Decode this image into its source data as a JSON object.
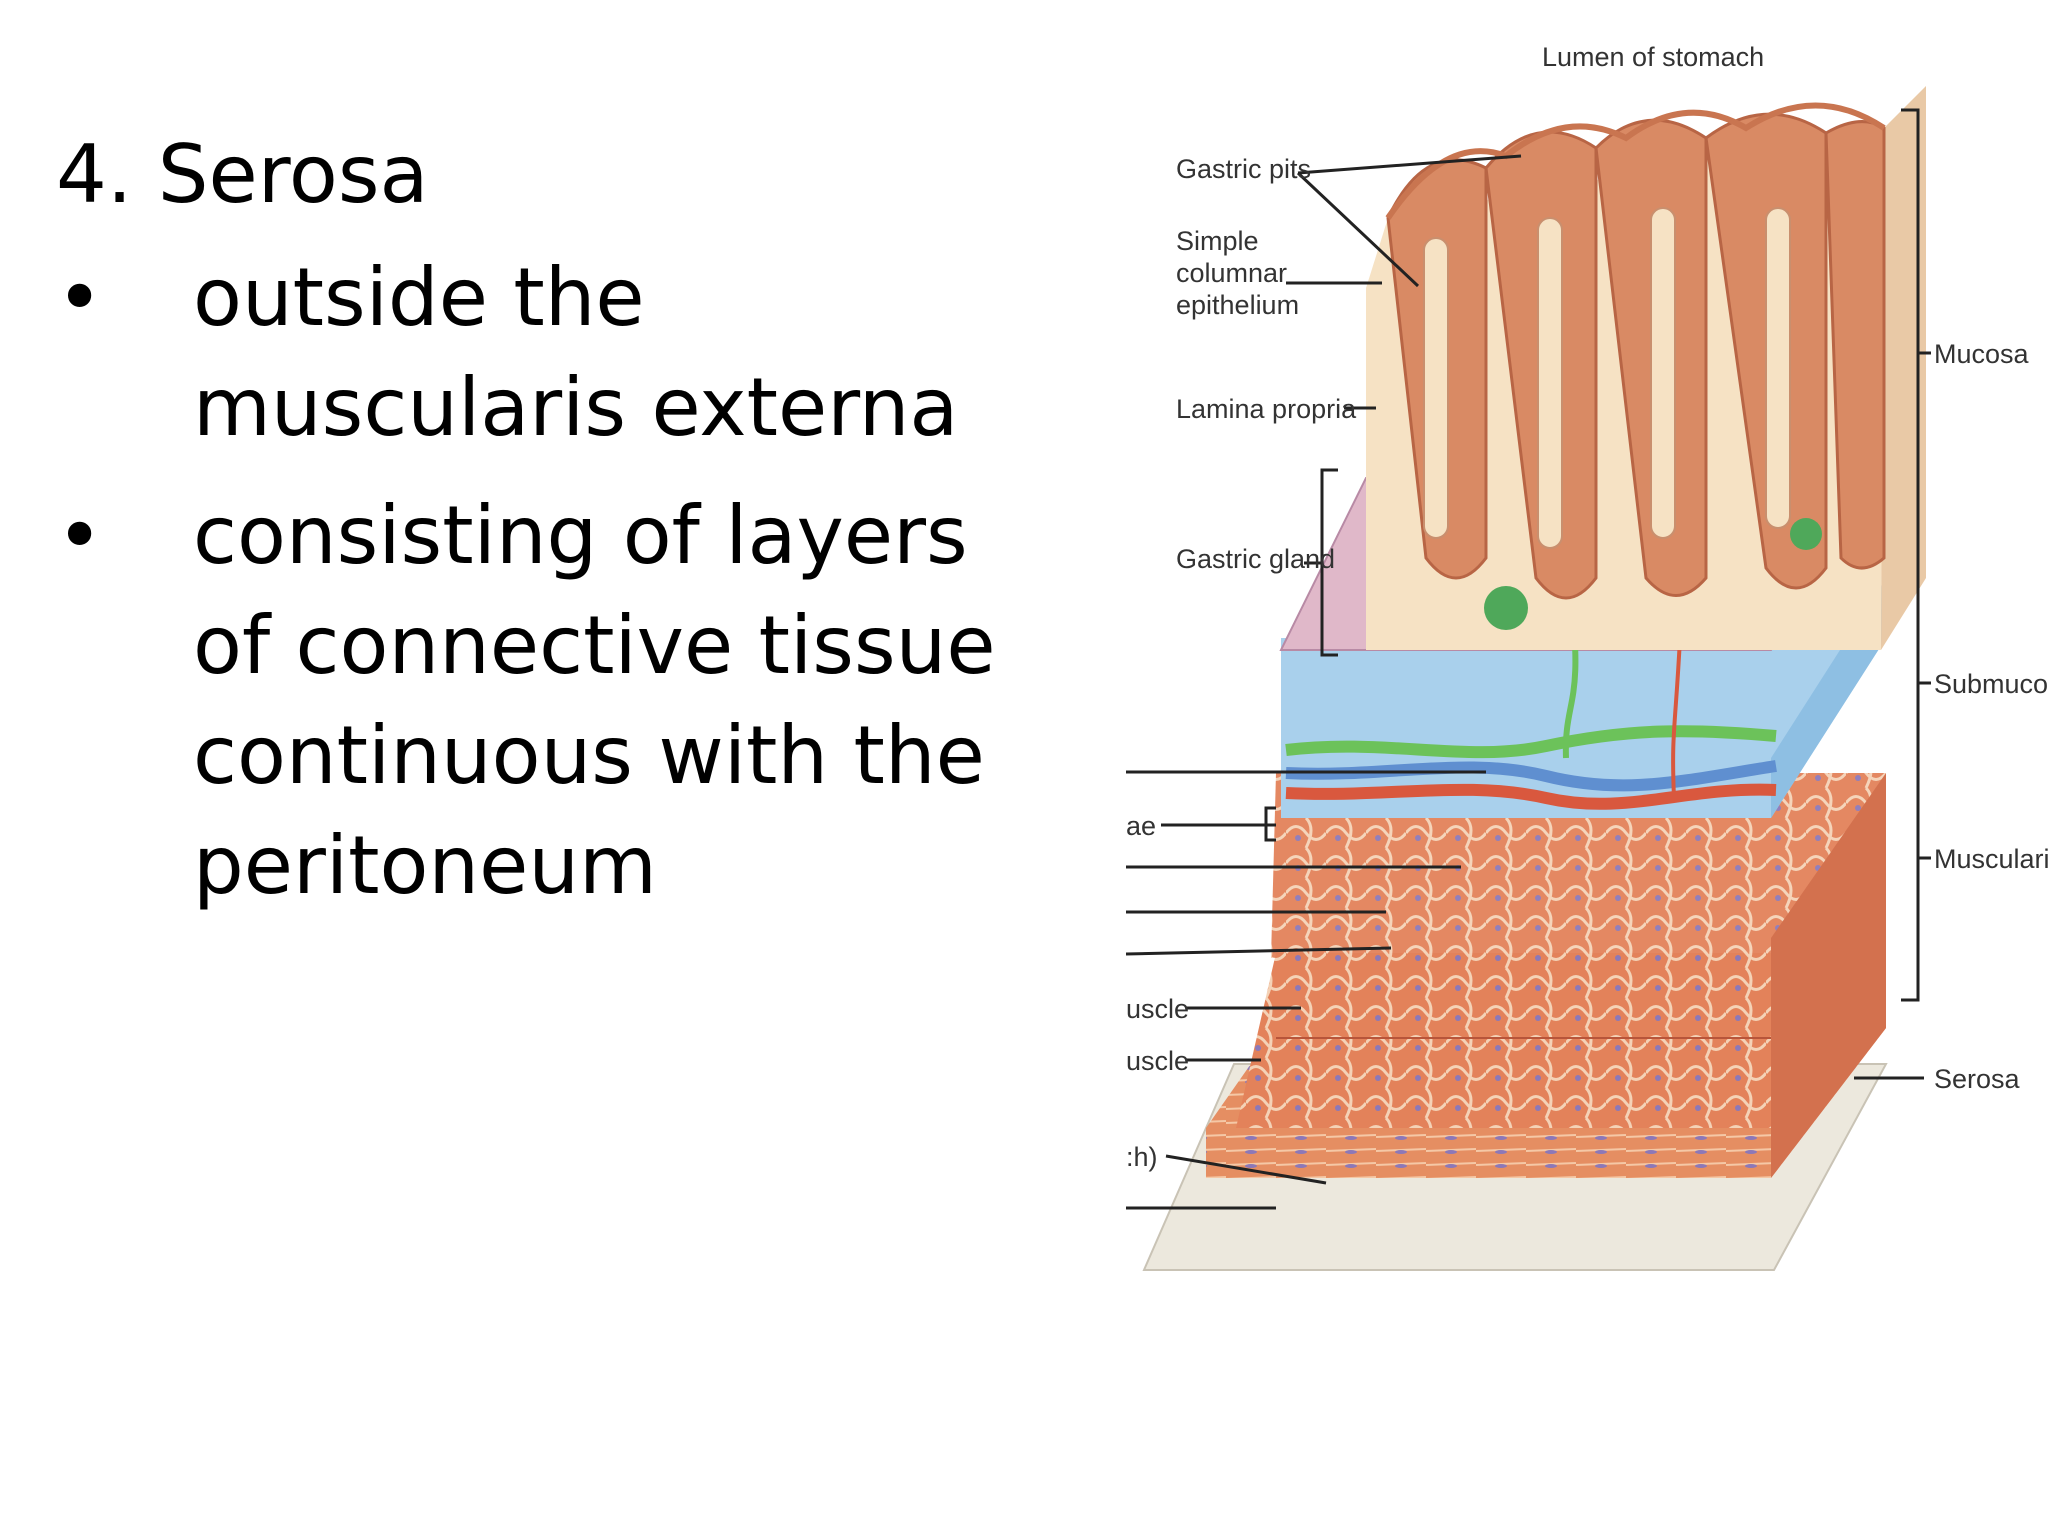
{
  "slide": {
    "heading": "4. Serosa",
    "bullets": [
      {
        "symbol": "•",
        "text": "outside the muscularis externa"
      },
      {
        "symbol": "•",
        "text": "consisting of layers of connective tissue continuous with the peritoneum"
      }
    ]
  },
  "figure": {
    "labels": {
      "lumen": "Lumen of stomach",
      "gastric_pits": "Gastric pits",
      "simple_columnar_1": "Simple",
      "simple_columnar_2": "columnar",
      "simple_columnar_3": "epithelium",
      "lamina_propria": "Lamina propria",
      "gastric_gland": "Gastric gland",
      "mucosa": "Mucosa",
      "submucosa": "Submucosa",
      "muscularis": "Muscularis",
      "serosa": "Serosa",
      "cut_ae": "ae",
      "cut_muscle_1": "uscle",
      "cut_muscle_2": "uscle",
      "cut_h": ":h)"
    },
    "colors": {
      "epithelium": "#d98a64",
      "lamina": "#f6e2c4",
      "submucosa": "#a9d0ec",
      "muscle": "#e3825a",
      "serosa_base": "#ece8dd",
      "nerve": "#6cc25a",
      "artery": "#d9583e",
      "vein": "#5f8fd0"
    }
  }
}
